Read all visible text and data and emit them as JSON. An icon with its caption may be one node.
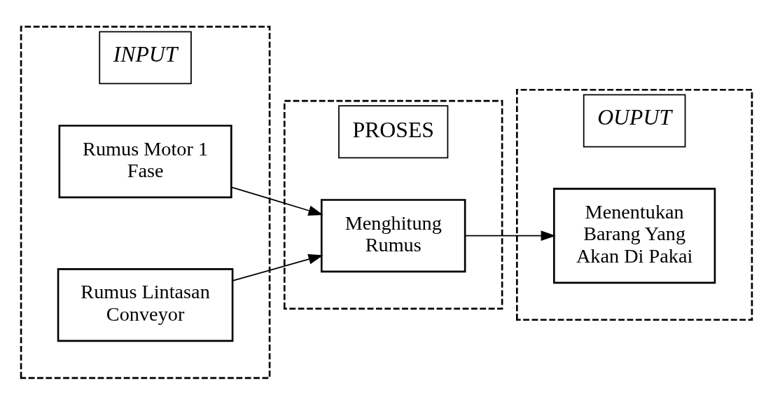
{
  "diagram": {
    "nodes": [
      {
        "text": [
          "INPUT"
        ]
      },
      {
        "text": [
          "Rumus Motor 1 Fase"
        ],
        "in": 0
      },
      {
        "text": [
          "Rumus Lintasan Conveyor"
        ],
        "in": 0
      },
      {
        "text": [
          "PROSES"
        ]
      },
      {
        "text": [
          "Menghitung Rumus"
        ],
        "in": 3
      },
      {
        "text": [
          "OUPUT"
        ]
      },
      {
        "text": [
          "Menentukan Barang Yang Akan Di Pakai"
        ],
        "in": 5
      }
    ],
    "edges": [
      {
        "from": 1,
        "to": 4,
        "arrow": "to"
      },
      {
        "from": 2,
        "to": 4,
        "arrow": "to"
      },
      {
        "from": 4,
        "to": 6,
        "arrow": "to"
      }
    ]
  }
}
